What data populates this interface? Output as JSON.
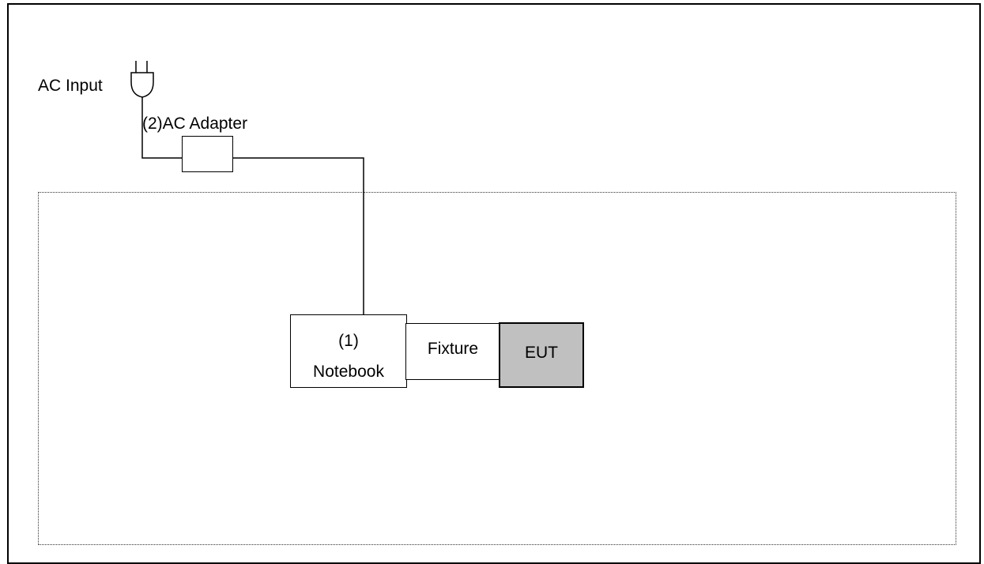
{
  "diagram": {
    "ac_input_label": "AC Input",
    "adapter_label": "(2)AC Adapter",
    "notebook_number": "(1)",
    "notebook_label": "Notebook",
    "fixture_label": "Fixture",
    "eut_label": "EUT",
    "colors": {
      "line": "#000000",
      "eut_fill": "#c0c0c0",
      "background": "#ffffff"
    },
    "icons": [
      "ac-plug-icon"
    ]
  }
}
